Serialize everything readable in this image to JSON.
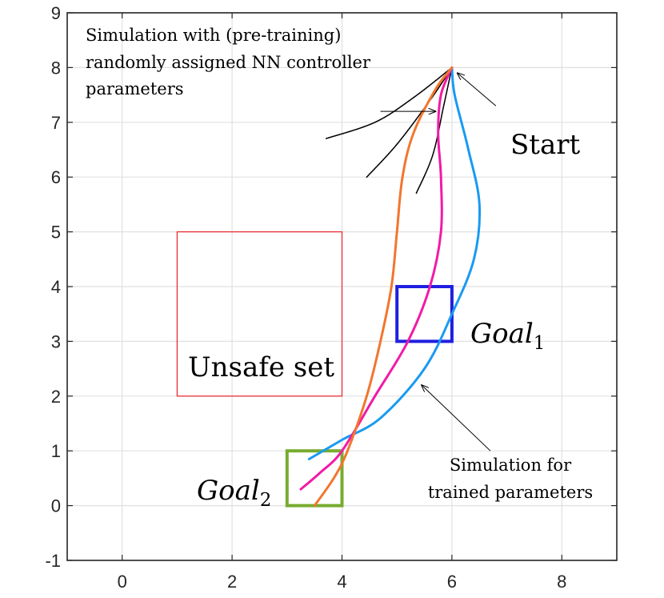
{
  "chart_data": {
    "type": "line",
    "xlim": [
      -1,
      9
    ],
    "ylim": [
      -1,
      9
    ],
    "xticks": [
      0,
      2,
      4,
      6,
      8
    ],
    "yticks": [
      -1,
      0,
      1,
      2,
      3,
      4,
      5,
      6,
      7,
      8,
      9
    ],
    "grid": true,
    "colors": {
      "unsafe": "#e8242a",
      "goal1": "#1f1fe0",
      "goal2": "#77ac30",
      "orange": "#f2762e",
      "magenta": "#f21aa6",
      "blue": "#1a9af2",
      "black": "#000000"
    },
    "regions": [
      {
        "name": "unsafe",
        "x": [
          1,
          4
        ],
        "y": [
          2,
          5
        ],
        "colorKey": "unsafe",
        "width": 1.2
      },
      {
        "name": "goal1",
        "x": [
          5,
          6
        ],
        "y": [
          3,
          4
        ],
        "colorKey": "goal1",
        "width": 4
      },
      {
        "name": "goal2",
        "x": [
          3,
          4
        ],
        "y": [
          0,
          1
        ],
        "colorKey": "goal2",
        "width": 4
      }
    ],
    "series": [
      {
        "colorKey": "orange",
        "points": [
          [
            6,
            8
          ],
          [
            5.7,
            7.6
          ],
          [
            5.3,
            6.8
          ],
          [
            5.1,
            6.0
          ],
          [
            5.0,
            5.0
          ],
          [
            4.9,
            4.0
          ],
          [
            4.7,
            3.0
          ],
          [
            4.45,
            2.0
          ],
          [
            4.1,
            1.0
          ],
          [
            3.85,
            0.5
          ],
          [
            3.5,
            0
          ]
        ]
      },
      {
        "colorKey": "magenta",
        "points": [
          [
            6,
            8
          ],
          [
            5.8,
            7.5
          ],
          [
            5.75,
            6.8
          ],
          [
            5.8,
            6.0
          ],
          [
            5.8,
            5.0
          ],
          [
            5.6,
            4.0
          ],
          [
            5.2,
            3.0
          ],
          [
            4.6,
            2.0
          ],
          [
            4.0,
            1.0
          ],
          [
            3.6,
            0.6
          ],
          [
            3.25,
            0.3
          ]
        ]
      },
      {
        "colorKey": "blue",
        "points": [
          [
            6,
            8
          ],
          [
            6.05,
            7.5
          ],
          [
            6.3,
            6.5
          ],
          [
            6.5,
            5.5
          ],
          [
            6.4,
            4.5
          ],
          [
            6.0,
            3.5
          ],
          [
            5.5,
            2.5
          ],
          [
            4.7,
            1.6
          ],
          [
            4.0,
            1.2
          ],
          [
            3.4,
            0.85
          ]
        ]
      },
      {
        "colorKey": "black",
        "points": [
          [
            6,
            8
          ],
          [
            5.3,
            7.45
          ],
          [
            4.6,
            7.0
          ],
          [
            3.7,
            6.7
          ]
        ],
        "dashed": true
      },
      {
        "colorKey": "black",
        "points": [
          [
            6,
            8
          ],
          [
            5.6,
            7.4
          ],
          [
            5.0,
            6.6
          ],
          [
            4.45,
            6.0
          ]
        ],
        "dashed": true
      },
      {
        "colorKey": "black",
        "points": [
          [
            6,
            8
          ],
          [
            5.85,
            7.3
          ],
          [
            5.65,
            6.4
          ],
          [
            5.35,
            5.7
          ]
        ],
        "dashed": true
      }
    ],
    "annotations": {
      "sim_pre": [
        "Simulation with (pre-training)",
        "randomly assigned NN controller",
        "parameters"
      ],
      "start": "Start",
      "unsafe_label": "Unsafe set",
      "goal1": "Goal",
      "goal1_sub": "1",
      "goal2": "Goal",
      "goal2_sub": "2",
      "sim_trained": [
        "Simulation for",
        "trained parameters"
      ]
    },
    "arrows": [
      {
        "from": [
          4.7,
          7.2
        ],
        "to": [
          5.7,
          7.2
        ]
      },
      {
        "from": [
          6.8,
          7.3
        ],
        "to": [
          6.1,
          7.9
        ]
      },
      {
        "from": [
          6.7,
          1.0
        ],
        "to": [
          5.45,
          2.2
        ]
      }
    ]
  }
}
